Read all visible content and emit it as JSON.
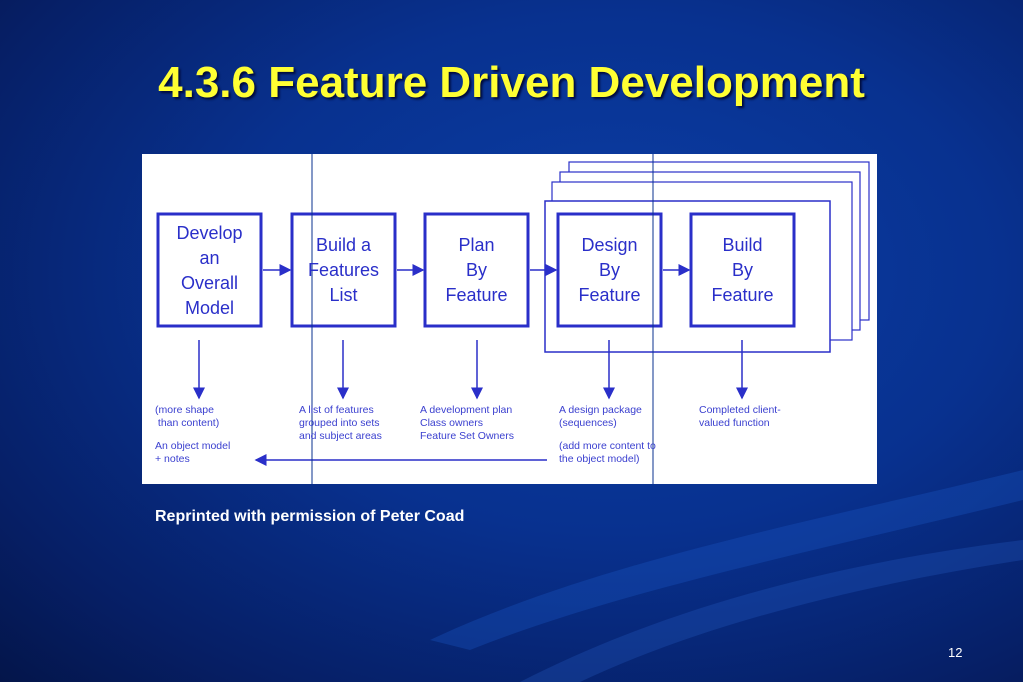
{
  "slide": {
    "title": "4.3.6 Feature Driven Development",
    "credit": "Reprinted with permission of Peter Coad",
    "page_number": "12"
  },
  "diagram": {
    "steps": [
      {
        "lines": [
          "Develop",
          "an",
          "Overall",
          "Model"
        ]
      },
      {
        "lines": [
          "Build a",
          "Features",
          "List"
        ]
      },
      {
        "lines": [
          "Plan",
          "By",
          "Feature"
        ]
      },
      {
        "lines": [
          "Design",
          "By",
          "Feature"
        ]
      },
      {
        "lines": [
          "Build",
          "By",
          "Feature"
        ]
      }
    ],
    "notes": [
      {
        "text": "(more shape\n than content)"
      },
      {
        "text": "An object model\n+ notes"
      },
      {
        "text": "A list of features\ngrouped into sets\nand subject areas"
      },
      {
        "text": "A development plan\nClass owners\nFeature Set Owners"
      },
      {
        "text": "A design package\n(sequences)"
      },
      {
        "text": "(add more content to\nthe object model)"
      },
      {
        "text": "Completed client-\nvalued function"
      }
    ]
  },
  "colors": {
    "title": "#ffff33",
    "diagram_blue": "#2a2fc9"
  }
}
